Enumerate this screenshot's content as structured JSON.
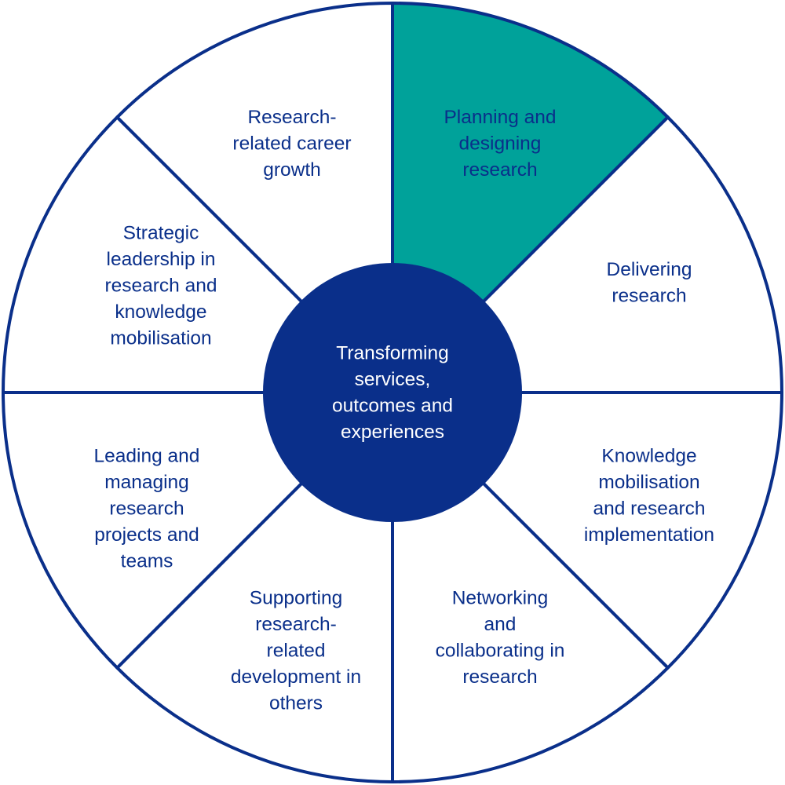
{
  "colors": {
    "navy": "#0A2F8A",
    "teal": "#00A29A",
    "white": "#FFFFFF"
  },
  "center": {
    "lines": [
      "Transforming",
      "services,",
      "outcomes and",
      "experiences"
    ]
  },
  "segments": [
    {
      "id": "planning-and-designing-research",
      "highlighted": true,
      "lines": [
        "Planning and",
        "designing",
        "research"
      ]
    },
    {
      "id": "delivering-research",
      "highlighted": false,
      "lines": [
        "Delivering",
        "research"
      ]
    },
    {
      "id": "knowledge-mobilisation",
      "highlighted": false,
      "lines": [
        "Knowledge",
        "mobilisation",
        "and research",
        "implementation"
      ]
    },
    {
      "id": "networking-and-collaborating",
      "highlighted": false,
      "lines": [
        "Networking",
        "and",
        "collaborating in",
        "research"
      ]
    },
    {
      "id": "supporting-development-in-others",
      "highlighted": false,
      "lines": [
        "Supporting",
        "research-",
        "related",
        "development in",
        "others"
      ]
    },
    {
      "id": "leading-and-managing",
      "highlighted": false,
      "lines": [
        "Leading and",
        "managing",
        "research",
        "projects and",
        "teams"
      ]
    },
    {
      "id": "strategic-leadership",
      "highlighted": false,
      "lines": [
        "Strategic",
        "leadership in",
        "research and",
        "knowledge",
        "mobilisation"
      ]
    },
    {
      "id": "career-growth",
      "highlighted": false,
      "lines": [
        "Research-",
        "related career",
        "growth"
      ]
    }
  ]
}
